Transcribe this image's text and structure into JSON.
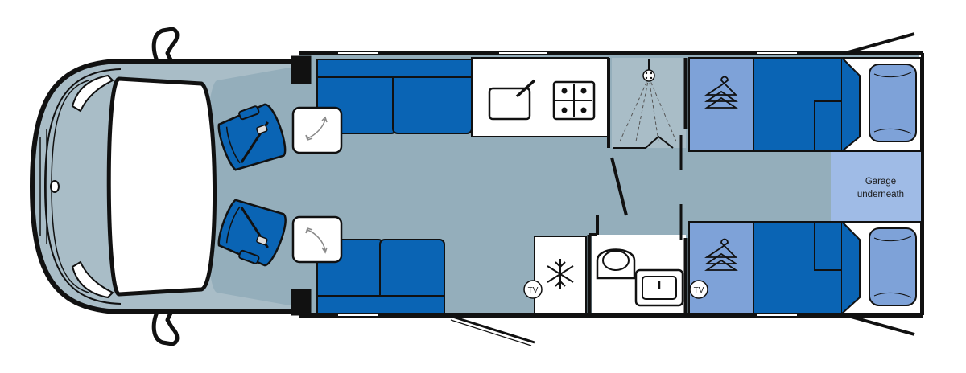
{
  "colors": {
    "floor": "#94aebb",
    "cab_body": "#a9bdc7",
    "seat_blue": "#0a64b4",
    "bed_light": "#7ea2d8",
    "garage_blue": "#9fbbe6",
    "pillow": "#7ea2d8",
    "outline": "#111111",
    "white": "#ffffff"
  },
  "labels": {
    "garage_line1": "Garage",
    "garage_line2": "underneath",
    "tv_left": "TV",
    "tv_right": "TV"
  },
  "icons": [
    "swivel-arrow-icon",
    "seatbelt-icon",
    "sink-icon",
    "hob-icon",
    "shower-icon",
    "snowflake-icon",
    "toilet-icon",
    "basin-icon",
    "hanger-icon",
    "pillow-icon"
  ]
}
